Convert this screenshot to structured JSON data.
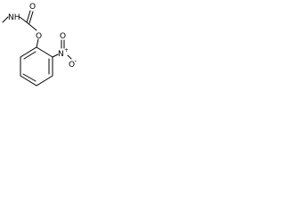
{
  "molecule": {
    "atoms": {
      "nh": "NH",
      "carbonyl_o": "O",
      "ester_o": "O",
      "nitro_n": "N",
      "nitro_o_top": "O",
      "nitro_o_bottom": "O"
    },
    "charges": {
      "nitro_n": "+",
      "nitro_o_bottom": "−"
    }
  },
  "colors": {
    "bond": "#000000",
    "label": "#000000",
    "background": "#ffffff"
  }
}
